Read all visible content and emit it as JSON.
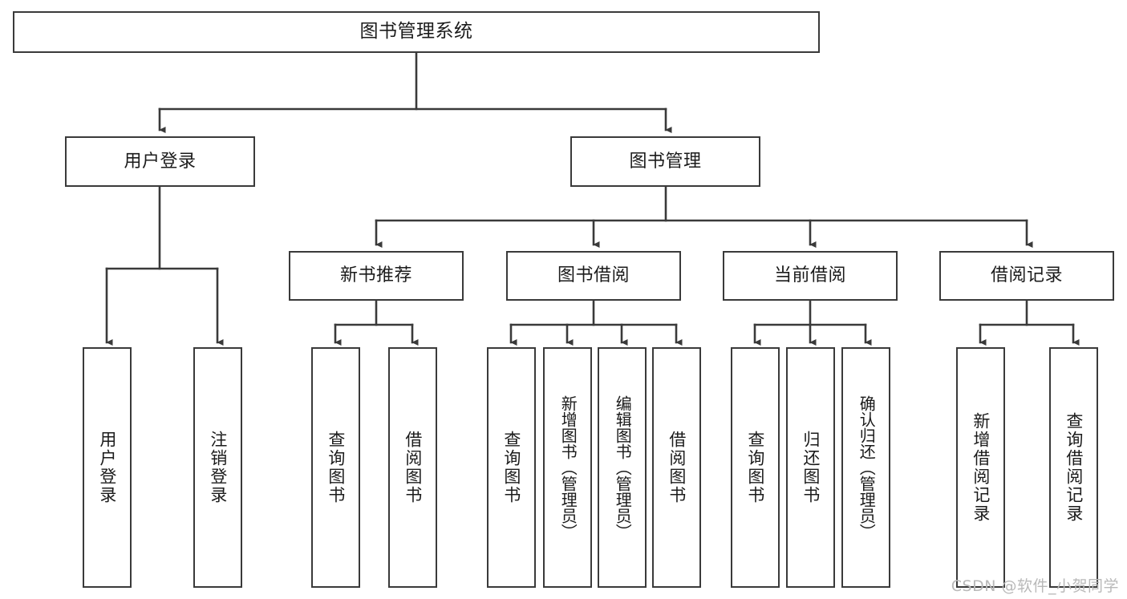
{
  "diagram": {
    "title": "图书管理系统",
    "watermark": "CSDN @软件_小贺同学",
    "colors": {
      "stroke": "#3a3a3a",
      "background": "#ffffff",
      "text": "#1b1b1b",
      "watermark": "#b9b9b9"
    },
    "levels": {
      "root": {
        "label": "图书管理系统"
      },
      "level2": [
        {
          "label": "用户登录"
        },
        {
          "label": "图书管理"
        }
      ],
      "level3": [
        {
          "label": "新书推荐"
        },
        {
          "label": "图书借阅"
        },
        {
          "label": "当前借阅"
        },
        {
          "label": "借阅记录"
        }
      ],
      "leaves": {
        "user_login": [
          {
            "label": "用户登录"
          },
          {
            "label": "注销登录"
          }
        ],
        "new_book": [
          {
            "label": "查询图书"
          },
          {
            "label": "借阅图书"
          }
        ],
        "book_borrow": [
          {
            "label": "查询图书"
          },
          {
            "label": "新增图书（管理员）"
          },
          {
            "label": "编辑图书（管理员）"
          },
          {
            "label": "借阅图书"
          }
        ],
        "current_borrow": [
          {
            "label": "查询图书"
          },
          {
            "label": "归还图书"
          },
          {
            "label": "确认归还（管理员）"
          }
        ],
        "borrow_record": [
          {
            "label": "新增借阅记录"
          },
          {
            "label": "查询借阅记录"
          }
        ]
      }
    }
  }
}
